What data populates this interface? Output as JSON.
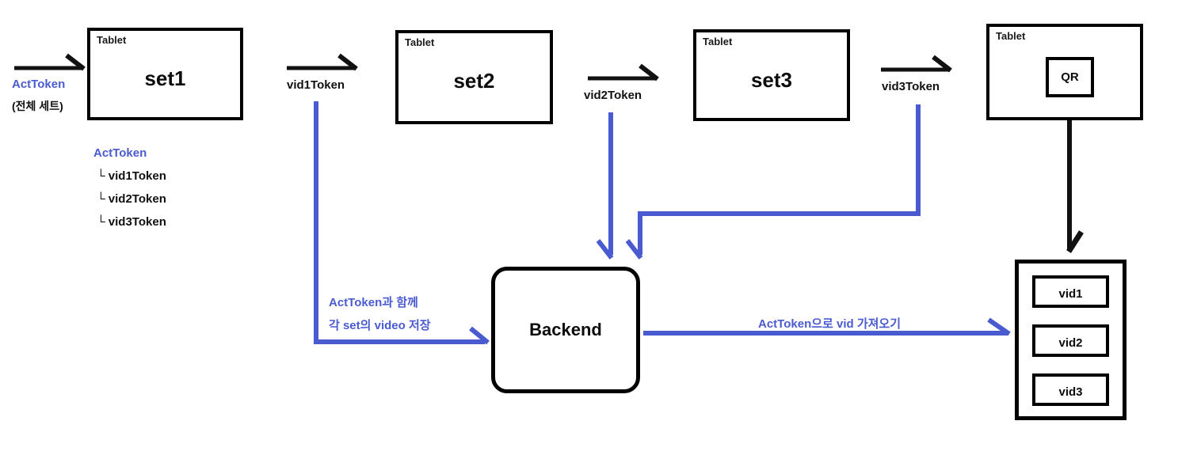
{
  "diagram": {
    "title_text_color_blue": "#4a5bd0",
    "line_color_black": "#111111",
    "tablets": [
      {
        "id": "tablet1",
        "header": "Tablet",
        "content": "set1"
      },
      {
        "id": "tablet2",
        "header": "Tablet",
        "content": "set2"
      },
      {
        "id": "tablet3",
        "header": "Tablet",
        "content": "set3"
      },
      {
        "id": "tablet4",
        "header": "Tablet",
        "content": "QR"
      }
    ],
    "entry_arrow": {
      "label": "ActToken",
      "sublabel": "(전체 세트)"
    },
    "token_tree": {
      "root": "ActToken",
      "children": [
        "└ vid1Token",
        "└ vid2Token",
        "└ vid3Token"
      ]
    },
    "step_arrows": [
      {
        "label": "vid1Token"
      },
      {
        "label": "vid2Token"
      },
      {
        "label": "vid3Token"
      }
    ],
    "backend": {
      "label": "Backend"
    },
    "store_note": {
      "line1": "ActToken과 함께",
      "line2": "각 set의 video 저장"
    },
    "fetch_note": {
      "label": "ActToken으로 vid 가져오기"
    },
    "video_store": {
      "items": [
        "vid1",
        "vid2",
        "vid3"
      ]
    }
  }
}
